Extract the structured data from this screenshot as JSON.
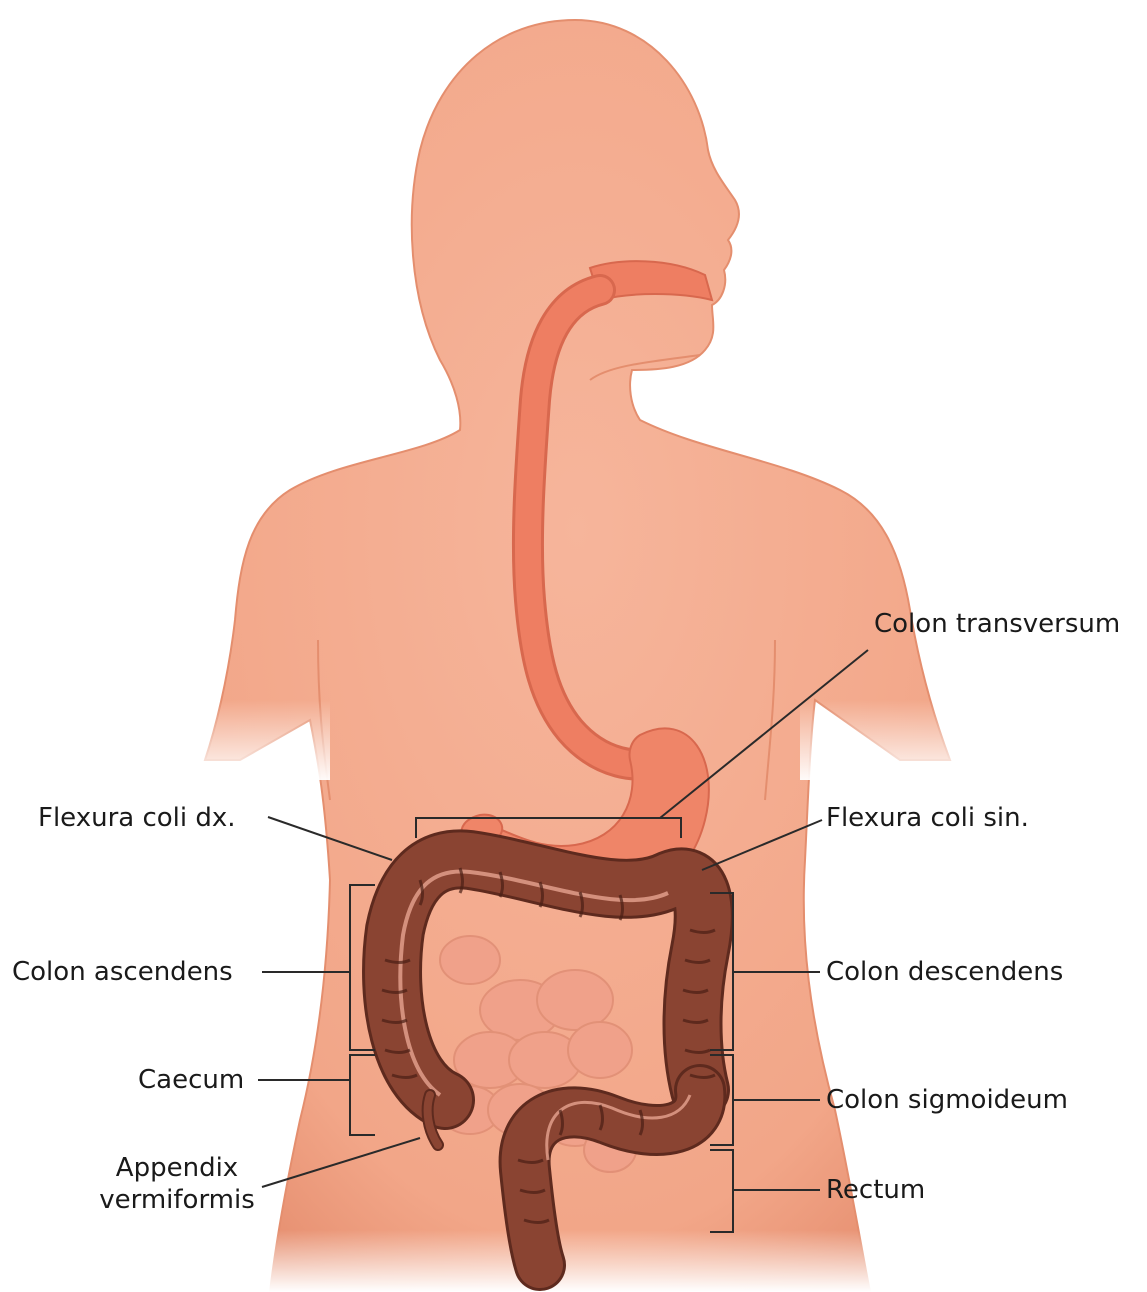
{
  "labels": {
    "colon_transversum": "Colon transversum",
    "flexura_coli_dx": "Flexura coli dx.",
    "flexura_coli_sin": "Flexura coli sin.",
    "colon_ascendens": "Colon ascendens",
    "colon_descendens": "Colon descendens",
    "caecum": "Caecum",
    "colon_sigmoideum": "Colon sigmoideum",
    "appendix_line1": "Appendix",
    "appendix_line2": "vermiformis",
    "rectum": "Rectum"
  },
  "colors": {
    "body": "#f4aa8e",
    "body_edge": "#e99273",
    "digestive_tract": "#ee7e62",
    "colon": "#8a4432",
    "colon_dark": "#5e2a1e",
    "small_intestine": "#f0a08a",
    "leader_line": "#2a2a2a"
  }
}
